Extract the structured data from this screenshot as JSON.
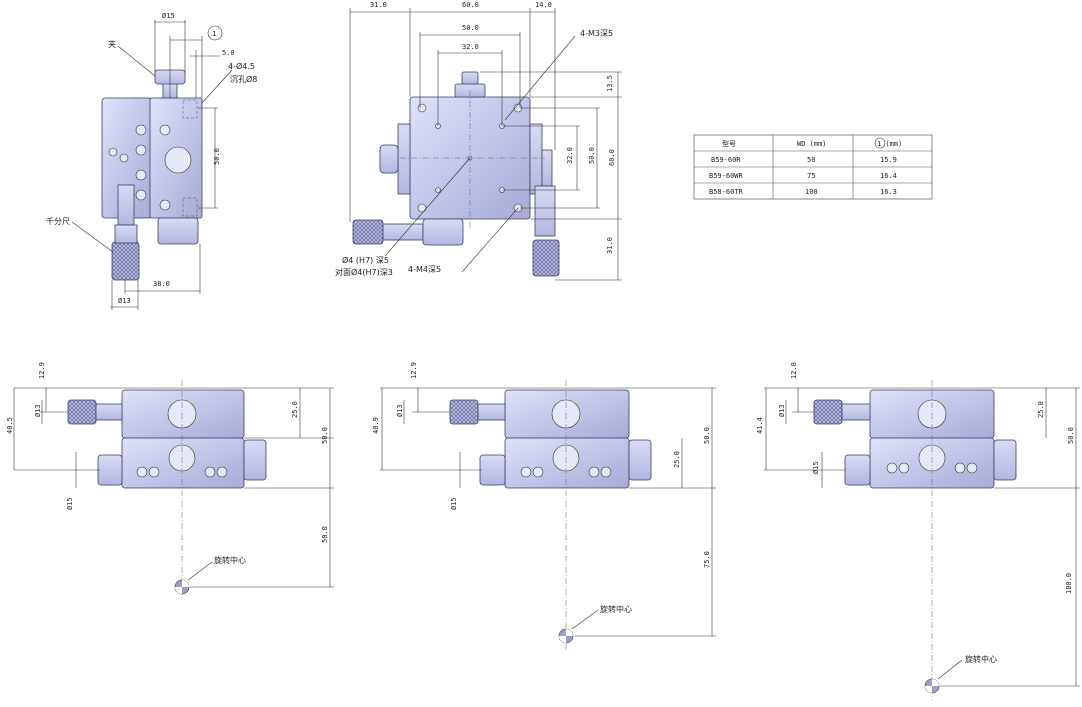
{
  "labels": {
    "clamp": "夹",
    "micrometer": "千分尺",
    "counterbore_holes": "4-Ø4.5",
    "counterbore_note": "沉孔Ø8",
    "top_m3": "4-M3深5",
    "pin_hole": "Ø4 (H7) 深5",
    "pin_hole_opposite": "对面Ø4(H7)深3",
    "bottom_m4": "4-M4深5",
    "rotation_center_1": "旋转中心",
    "rotation_center_2": "旋转中心",
    "rotation_center_3": "旋转中心",
    "circle_ref": "1"
  },
  "dims_side": {
    "d15": "Ø15",
    "d5": "5.0",
    "d50": "50.0",
    "d38": "38.0",
    "d13": "Ø13"
  },
  "dims_top": {
    "d31": "31.0",
    "d60": "60.0",
    "d14": "14.0",
    "d50": "50.0",
    "d32": "32.0",
    "d13_5": "13.5",
    "d32v": "32.0",
    "d50v": "50.0",
    "d60v": "60.0",
    "d31v": "31.0"
  },
  "table": {
    "headers": [
      "型号",
      "WD (mm)",
      "1 (mm)"
    ],
    "rows": [
      [
        "B59-60R",
        "50",
        "15.9"
      ],
      [
        "B59-60WR",
        "75",
        "16.4"
      ],
      [
        "B58-60TR",
        "100",
        "16.3"
      ]
    ]
  },
  "dims_front_1": {
    "d12_9": "12.9",
    "d40_5": "40.5",
    "d13": "Ø13",
    "d15": "Ø15",
    "d25": "25.0",
    "d50": "50.0",
    "d50b": "50.0"
  },
  "dims_front_2": {
    "d12_9": "12.9",
    "d40_9": "40.9",
    "d13": "Ø13",
    "d15": "Ø15",
    "d25": "25.0",
    "d50": "50.0",
    "d75": "75.0"
  },
  "dims_front_3": {
    "d12_8": "12.8",
    "d41_4": "41.4",
    "d13": "Ø13",
    "d15": "Ø15",
    "d25": "25.0",
    "d50": "50.0",
    "d100": "100.0"
  }
}
